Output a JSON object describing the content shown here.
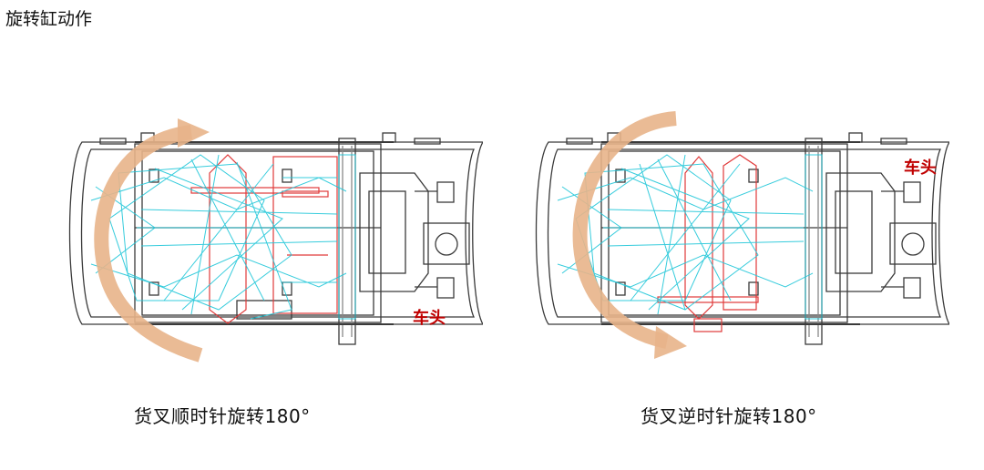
{
  "title": "旋转缸动作",
  "panels": [
    {
      "id": "clockwise",
      "caption": "货叉顺时针旋转180°",
      "head_label": "车头",
      "direction": "clockwise"
    },
    {
      "id": "counterclockwise",
      "caption": "货叉逆时针旋转180°",
      "head_label": "车头",
      "direction": "counterclockwise"
    }
  ],
  "colors": {
    "outline": "#3a3a3a",
    "fork_trace": "#22c7d9",
    "fork_active": "#e03a3a",
    "arrow": "#e8b48a",
    "label": "#c00000"
  }
}
